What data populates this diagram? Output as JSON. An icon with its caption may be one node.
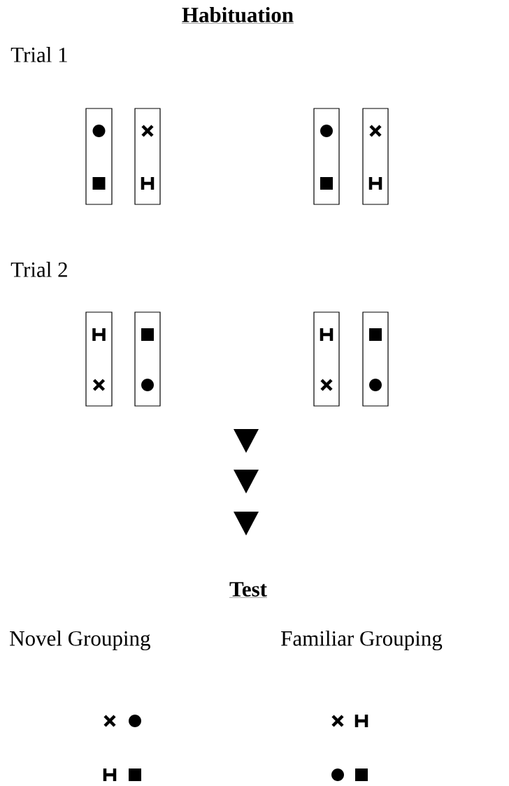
{
  "diagram": {
    "title": "Habituation",
    "nodes": [
      {
        "text": [],
        "shape": "box"
      },
      {
        "text": [],
        "shape": "box"
      },
      {
        "text": [],
        "shape": "box"
      },
      {
        "text": [],
        "shape": "box"
      },
      {
        "text": [],
        "shape": "box"
      },
      {
        "text": [],
        "shape": "box"
      },
      {
        "text": [],
        "shape": "box"
      },
      {
        "text": [],
        "shape": "box"
      }
    ],
    "labels": [
      "Trial 1",
      "Trial 2",
      "Test",
      "Novel Grouping",
      "Familiar Grouping"
    ]
  }
}
